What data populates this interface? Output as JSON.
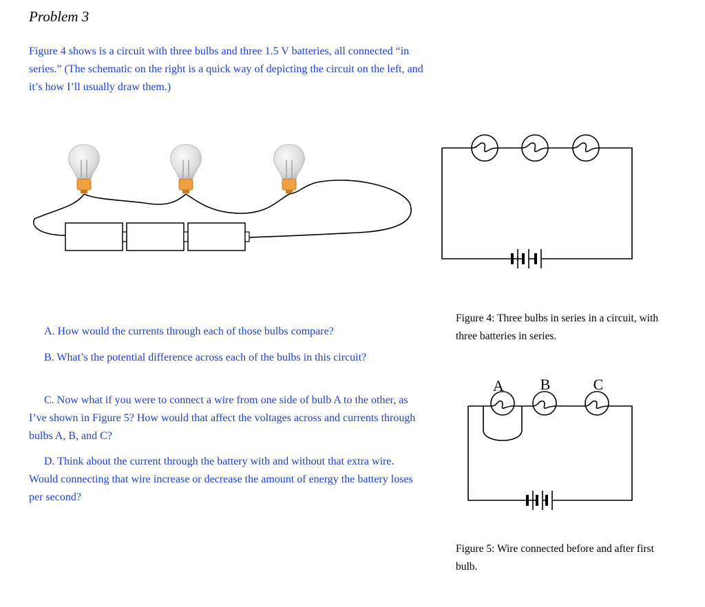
{
  "problem": {
    "title": "Problem 3",
    "intro": "Figure 4 shows is a circuit with three bulbs and three 1.5 V batteries, all connected “in series.” (The schematic on the right is a quick way of depicting the circuit on the left, and it’s how I’ll usually draw them.)"
  },
  "questions": [
    {
      "text": "A. How would the currents through each of those bulbs compare?"
    },
    {
      "text": "B. What’s the potential difference across each of the bulbs in this circuit?"
    },
    {
      "text": "C. Now what if you were to connect a wire from one side of bulb A to the other, as I’ve shown in Figure 5? How would that affect the voltages across and currents through bulbs A, B, and C?"
    },
    {
      "text": "D. Think about the current through the battery with and without that extra wire. Would connecting that wire increase or decrease the amount of energy the battery loses per second?"
    }
  ],
  "figure4": {
    "caption": "Figure 4: Three bulbs in series in a circuit, with three batteries in series."
  },
  "figure5": {
    "caption": "Figure 5: Wire connected before and after first bulb.",
    "labels": [
      "A",
      "B",
      "C"
    ]
  },
  "colors": {
    "question_text": "#1a3fd6",
    "bulb_base": "#f0a040",
    "bulb_glass": "#e6e6e6"
  }
}
